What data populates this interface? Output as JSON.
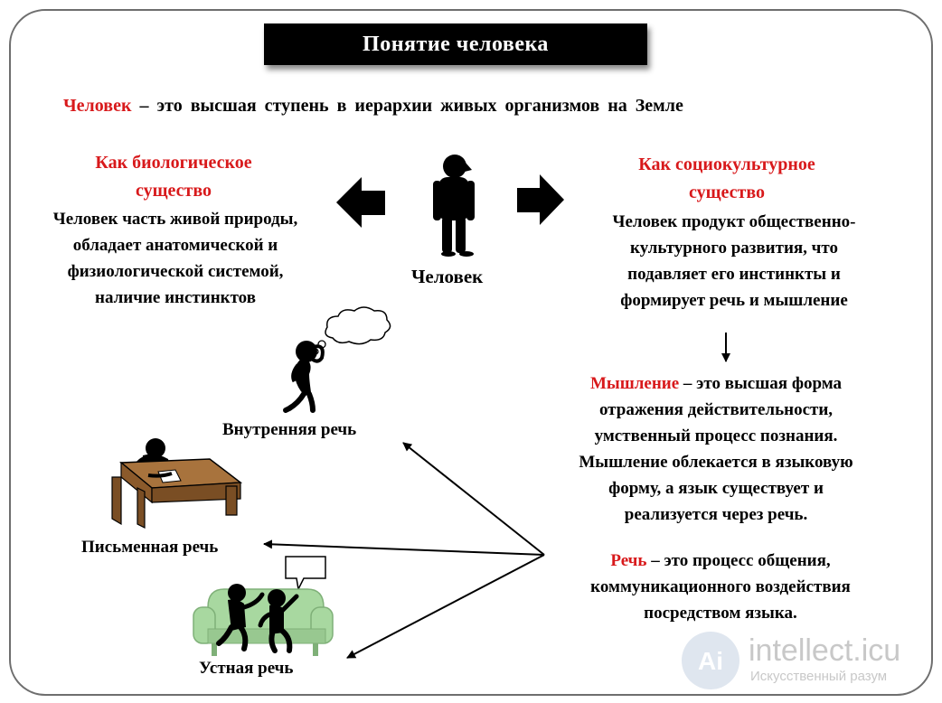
{
  "title": "Понятие человека",
  "definition": {
    "term": "Человек",
    "text": " – это высшая ступень в иерархии живых организмов на Земле"
  },
  "center_label": "Человек",
  "biological": {
    "heading_line1": "Как биологическое",
    "heading_line2": "существо",
    "body": [
      "Человек часть живой природы,",
      "обладает анатомической и",
      "физиологической системой,",
      "наличие инстинктов"
    ]
  },
  "sociocultural": {
    "heading_line1": "Как социокультурное",
    "heading_line2": "существо",
    "body": [
      "Человек продукт общественно-",
      "культурного развития, что",
      "подавляет его инстинкты и",
      "формирует речь и мышление"
    ]
  },
  "thinking": {
    "term": "Мышление",
    "line1_rest": " – это высшая форма",
    "lines": [
      "отражения действительности,",
      "умственный процесс познания.",
      "Мышление облекается в языковую",
      "форму, а язык существует и",
      "реализуется через речь."
    ]
  },
  "speech": {
    "term": "Речь",
    "line1_rest": " – это процесс общения,",
    "lines": [
      "коммуникационного воздействия",
      "посредством языка."
    ]
  },
  "speech_types": {
    "inner": "Внутренняя речь",
    "written": "Письменная речь",
    "oral": "Устная речь"
  },
  "watermark": {
    "brand": "intellect.icu",
    "tagline": "Искусственный разум",
    "badge": "Ai"
  },
  "colors": {
    "accent_red": "#d8191b",
    "border_gray": "#6e6e6e",
    "desk_brown": "#8b5a2b",
    "sofa_green": "#a8d8a0",
    "watermark_gray": "#c8c8c8"
  }
}
